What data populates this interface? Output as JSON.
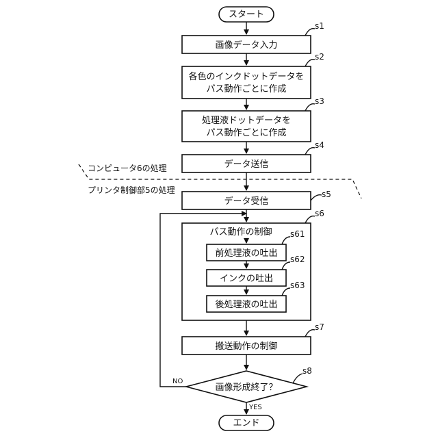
{
  "start": "スタート",
  "end": "エンド",
  "steps": {
    "s1": {
      "id": "s1",
      "text": "画像データ入力"
    },
    "s2": {
      "id": "s2",
      "line1": "各色のインクドットデータを",
      "line2": "パス動作ごとに作成"
    },
    "s3": {
      "id": "s3",
      "line1": "処理液ドットデータを",
      "line2": "パス動作ごとに作成"
    },
    "s4": {
      "id": "s4",
      "text": "データ送信"
    },
    "s5": {
      "id": "s5",
      "text": "データ受信"
    },
    "s6": {
      "id": "s6",
      "text": "パス動作の制御"
    },
    "s61": {
      "id": "s61",
      "text": "前処理液の吐出"
    },
    "s62": {
      "id": "s62",
      "text": "インクの吐出"
    },
    "s63": {
      "id": "s63",
      "text": "後処理液の吐出"
    },
    "s7": {
      "id": "s7",
      "text": "搬送動作の制御"
    },
    "s8": {
      "id": "s8",
      "text": "画像形成終了？"
    }
  },
  "regions": {
    "computer": "コンピュータ6の処理",
    "printer": "プリンタ制御部5の処理"
  },
  "branches": {
    "no": "NO",
    "yes": "YES"
  }
}
